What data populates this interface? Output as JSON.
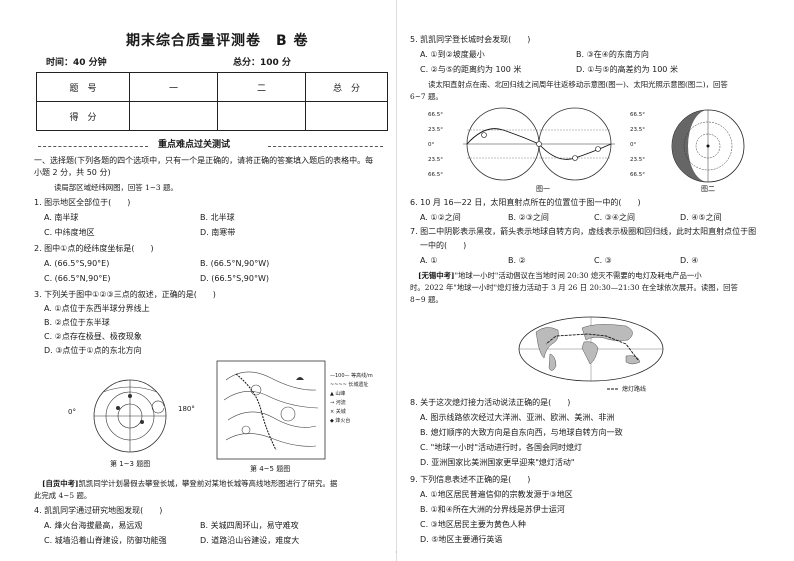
{
  "header": {
    "title": "期末综合质量评测卷　B 卷",
    "time": "时间：40 分钟",
    "total": "总分：100 分"
  },
  "score_table": {
    "row1": [
      "题　号",
      "一",
      "二",
      "总　分"
    ],
    "row2_label": "得　分"
  },
  "section_title": "重点难点过关测试",
  "part1": {
    "heading_1": "一、选择题(下列各题的四个选项中，只有一个是正确的，请将正确的答案填入题后的表格中。每",
    "heading_2": "小题 2 分，共 50 分)",
    "intro": "读局部区域经纬网图，回答 1~3 题。"
  },
  "left_questions": [
    {
      "stem": "1. 图示地区全部位于(　　)",
      "a": "A. 南半球",
      "b": "B. 北半球",
      "c": "C. 中纬度地区",
      "d": "D. 南寒带"
    },
    {
      "stem": "2. 图中①点的经纬度坐标是(　　)",
      "a": "A. (66.5°S,90°E)",
      "b": "B. (66.5°N,90°W)",
      "c": "C. (66.5°N,90°E)",
      "d": "D. (66.5°S,90°W)"
    }
  ],
  "q3": {
    "stem": "3. 下列关于图中①②③三点的叙述，正确的是(　　)",
    "a": "A. ①点位于东西半球分界线上",
    "b": "B. ②点位于东半球",
    "c": "C. ②点存在极昼、极夜现象",
    "d": "D. ③点位于①点的东北方向"
  },
  "fig_left": {
    "cap1": "第 1~3 题图",
    "cap2": "第 4~5 题图",
    "label_180": "180°",
    "label_0": "0°",
    "legend": [
      "—100— 等高线/m",
      "~~~~ 长城遗址",
      "▲ 山峰",
      "→ 河流",
      "× 关城",
      "◆ 烽火台"
    ]
  },
  "guide": {
    "tag": "[自贡中考]",
    "line1": "凯凯同学计划暑假去攀登长城，攀登前对某地长城等高线地形图进行了研究。据",
    "line2": "此完成 4~5 题。"
  },
  "q4": {
    "stem": "4. 凯凯同学通过研究地图发现(　　)",
    "a": "A. 烽火台海拔最高，易远观",
    "b": "B. 关城四周环山，易守难攻",
    "c": "C. 城墙沿着山脊建设，防御功能强",
    "d": "D. 道路沿山谷建设，难度大"
  },
  "q5": {
    "stem": "5. 凯凯同学登长城时会发现(　　)",
    "a": "A. ①到②坡度最小",
    "b": "B. ③在④的东南方向",
    "c": "C. ②与⑤的距离约为 100 米",
    "d": "D. ①与⑤的高差约为 100 米"
  },
  "sun_intro": {
    "line1": "读太阳直射点在南、北回归线之间周年往返移动示意图(图一)、太阳光照示意图(图二)，回答",
    "line2": "6~7 题。"
  },
  "fig_right": {
    "fig1_cap": "图一",
    "fig2_cap": "图二",
    "lat_labels": [
      "66.5°",
      "23.5°",
      "0°",
      "23.5°",
      "66.5°",
      "66.5°",
      "23.5°",
      "0°",
      "23.5°",
      "66.5°"
    ]
  },
  "q6": {
    "stem": "6. 10 月 16—22 日，太阳直射点所在的位置位于图一中的(　　)",
    "a": "A. ①②之间",
    "b": "B. ②③之间",
    "c": "C. ③④之间",
    "d": "D. ④⑤之间"
  },
  "q7": {
    "stem1": "7. 图二中阴影表示黑夜，箭头表示地球自转方向，虚线表示极圈和回归线，此时太阳直射点位于图",
    "stem2": "一中的(　　)",
    "a": "A. ①",
    "b": "B. ②",
    "c": "C. ③",
    "d": "D. ④"
  },
  "earth_hour": {
    "tag": "[无锡中考]",
    "line1": "\"地球一小时\"活动倡议在当地时间 20:30 熄灭不需要的电灯及耗电产品一小",
    "line2": "时。2022 年\"地球一小时\"熄灯接力活动于 3 月 26 日 20:30—21:30 在全球依次展开。读图，回答",
    "line3": "8~9 题。",
    "map_legend": "熄灯路线"
  },
  "q8": {
    "stem": "8. 关于这次熄灯接力活动说法正确的是(　　)",
    "a": "A. 图示线路依次经过大洋洲、亚洲、欧洲、美洲、非洲",
    "b": "B. 熄灯顺序的大致方向是自东向西，与地球自转方向一致",
    "c": "C. \"地球一小时\"活动进行时，各国会同时熄灯",
    "d": "D. 亚洲国家比美洲国家更早迎来\"熄灯活动\""
  },
  "q9": {
    "stem": "9. 下列信息表述不正确的是(　　)",
    "a": "A. ①地区居民普遍信仰的宗教发源于③地区",
    "b": "B. ①和④所在大洲的分界线是苏伊士运河",
    "c": "C. ③地区居民主要为黄色人种",
    "d": "D. ⑤地区主要通行英语"
  },
  "footer_mark": "·"
}
